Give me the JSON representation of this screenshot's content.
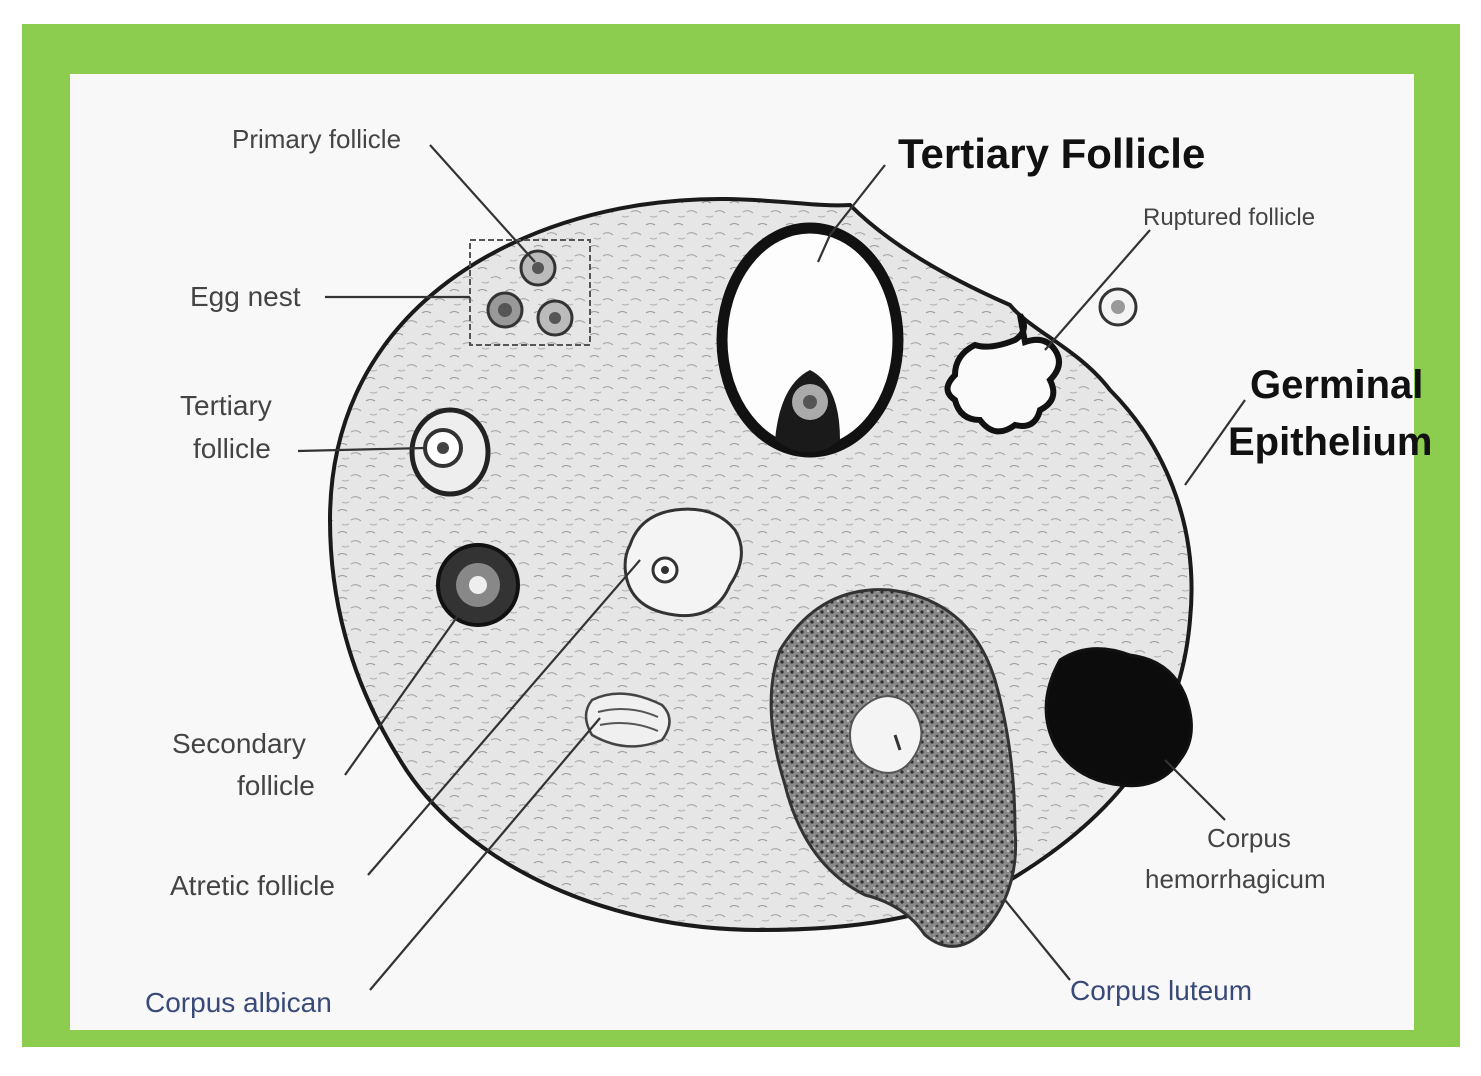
{
  "figure": {
    "frame_color": "#8ccc4e",
    "labels": {
      "primary_follicle": "Primary follicle",
      "tertiary_follicle_main": "Tertiary Follicle",
      "ruptured_follicle": "Ruptured follicle",
      "egg_nest": "Egg nest",
      "tertiary_follicle_small_line1": "Tertiary",
      "tertiary_follicle_small_line2": "follicle",
      "germinal_epithelium_line1": "Germinal",
      "germinal_epithelium_line2": "Epithelium",
      "secondary_follicle_line1": "Secondary",
      "secondary_follicle_line2": "follicle",
      "atretic_follicle": "Atretic follicle",
      "corpus_albican": "Corpus albican",
      "corpus_hemorrhagicum_line1": "Corpus",
      "corpus_hemorrhagicum_line2": "hemorrhagicum",
      "corpus_luteum": "Corpus luteum"
    }
  }
}
